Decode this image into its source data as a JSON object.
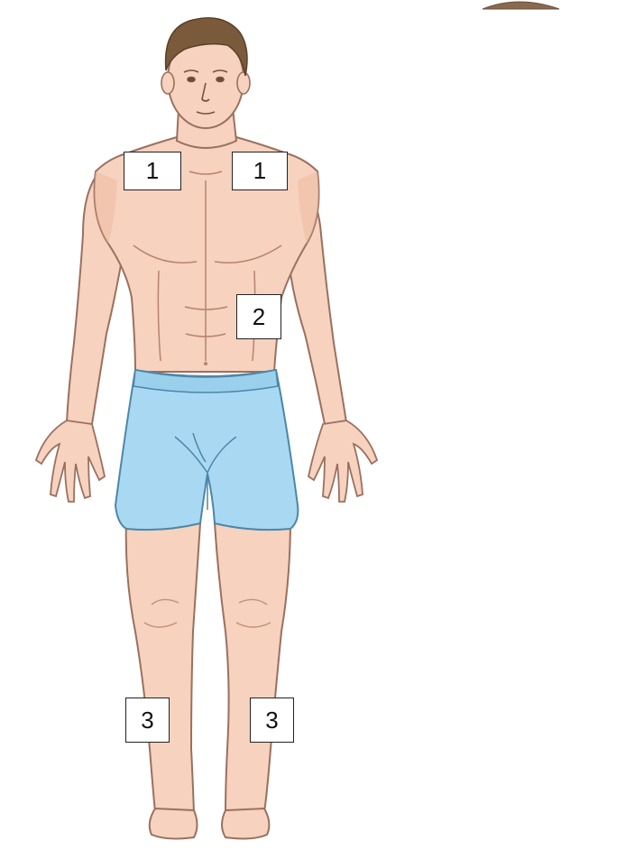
{
  "colors": {
    "skin": "#f6d2bf",
    "skin_shade": "#efb9a2",
    "skin_outline": "#9a7060",
    "shorts": "#a9d9f2",
    "shorts_outline": "#4d86a8",
    "hair": "#7b5a3c",
    "marker_border": "#222222"
  },
  "markers": [
    {
      "id": "chest-left",
      "label": "1"
    },
    {
      "id": "chest-right",
      "label": "1"
    },
    {
      "id": "abdomen",
      "label": "2"
    },
    {
      "id": "ankle-left",
      "label": "3"
    },
    {
      "id": "ankle-right",
      "label": "3"
    }
  ]
}
